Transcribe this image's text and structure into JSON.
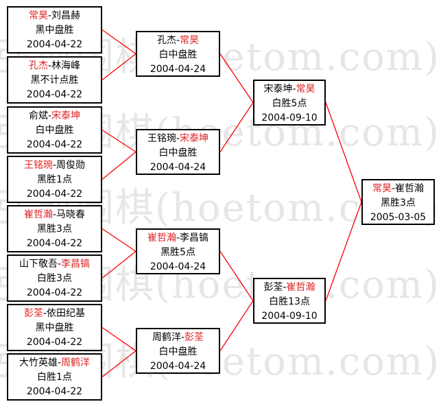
{
  "watermark": {
    "text": "弘成围棋(hoetom.com)"
  },
  "colors": {
    "winner": "#e02020",
    "line": "#ff0000",
    "text": "#000000"
  },
  "bracket": {
    "round1": [
      {
        "p1": "常昊",
        "p2": "刘昌赫",
        "winner": "p1",
        "result": "黑中盘胜",
        "date": "2004-04-22"
      },
      {
        "p1": "孔杰",
        "p2": "林海峰",
        "winner": "p1",
        "result": "黑不计点胜",
        "date": "2004-04-22"
      },
      {
        "p1": "俞斌",
        "p2": "宋泰坤",
        "winner": "p2",
        "result": "白中盘胜",
        "date": "2004-04-22"
      },
      {
        "p1": "王铭琬",
        "p2": "周俊勋",
        "winner": "p1",
        "result": "黑胜1点",
        "date": "2004-04-22"
      },
      {
        "p1": "崔哲瀚",
        "p2": "马晓春",
        "winner": "p1",
        "result": "黑胜3点",
        "date": "2004-04-22"
      },
      {
        "p1": "山下敬吾",
        "p2": "李昌镐",
        "winner": "p2",
        "result": "白胜3点",
        "date": "2004-04-22"
      },
      {
        "p1": "彭荃",
        "p2": "依田纪基",
        "winner": "p1",
        "result": "黑中盘胜",
        "date": "2004-04-22"
      },
      {
        "p1": "大竹英雄",
        "p2": "周鹤洋",
        "winner": "p2",
        "result": "白胜1点",
        "date": "2004-04-22"
      }
    ],
    "round2": [
      {
        "p1": "孔杰",
        "p2": "常昊",
        "winner": "p2",
        "result": "白中盘胜",
        "date": "2004-04-24"
      },
      {
        "p1": "王铭琬",
        "p2": "宋泰坤",
        "winner": "p2",
        "result": "白中盘胜",
        "date": "2004-04-24"
      },
      {
        "p1": "崔哲瀚",
        "p2": "李昌镐",
        "winner": "p1",
        "result": "黑胜5点",
        "date": "2004-04-24"
      },
      {
        "p1": "周鹤洋",
        "p2": "彭荃",
        "winner": "p2",
        "result": "白中盘胜",
        "date": "2004-04-24"
      }
    ],
    "round3": [
      {
        "p1": "宋泰坤",
        "p2": "常昊",
        "winner": "p2",
        "result": "白胜5点",
        "date": "2004-09-10"
      },
      {
        "p1": "彭荃",
        "p2": "崔哲瀚",
        "winner": "p2",
        "result": "白胜13点",
        "date": "2004-09-10"
      }
    ],
    "final": [
      {
        "p1": "常昊",
        "p2": "崔哲瀚",
        "winner": "p1",
        "result": "黑胜3点",
        "date": "2005-03-05"
      }
    ]
  }
}
